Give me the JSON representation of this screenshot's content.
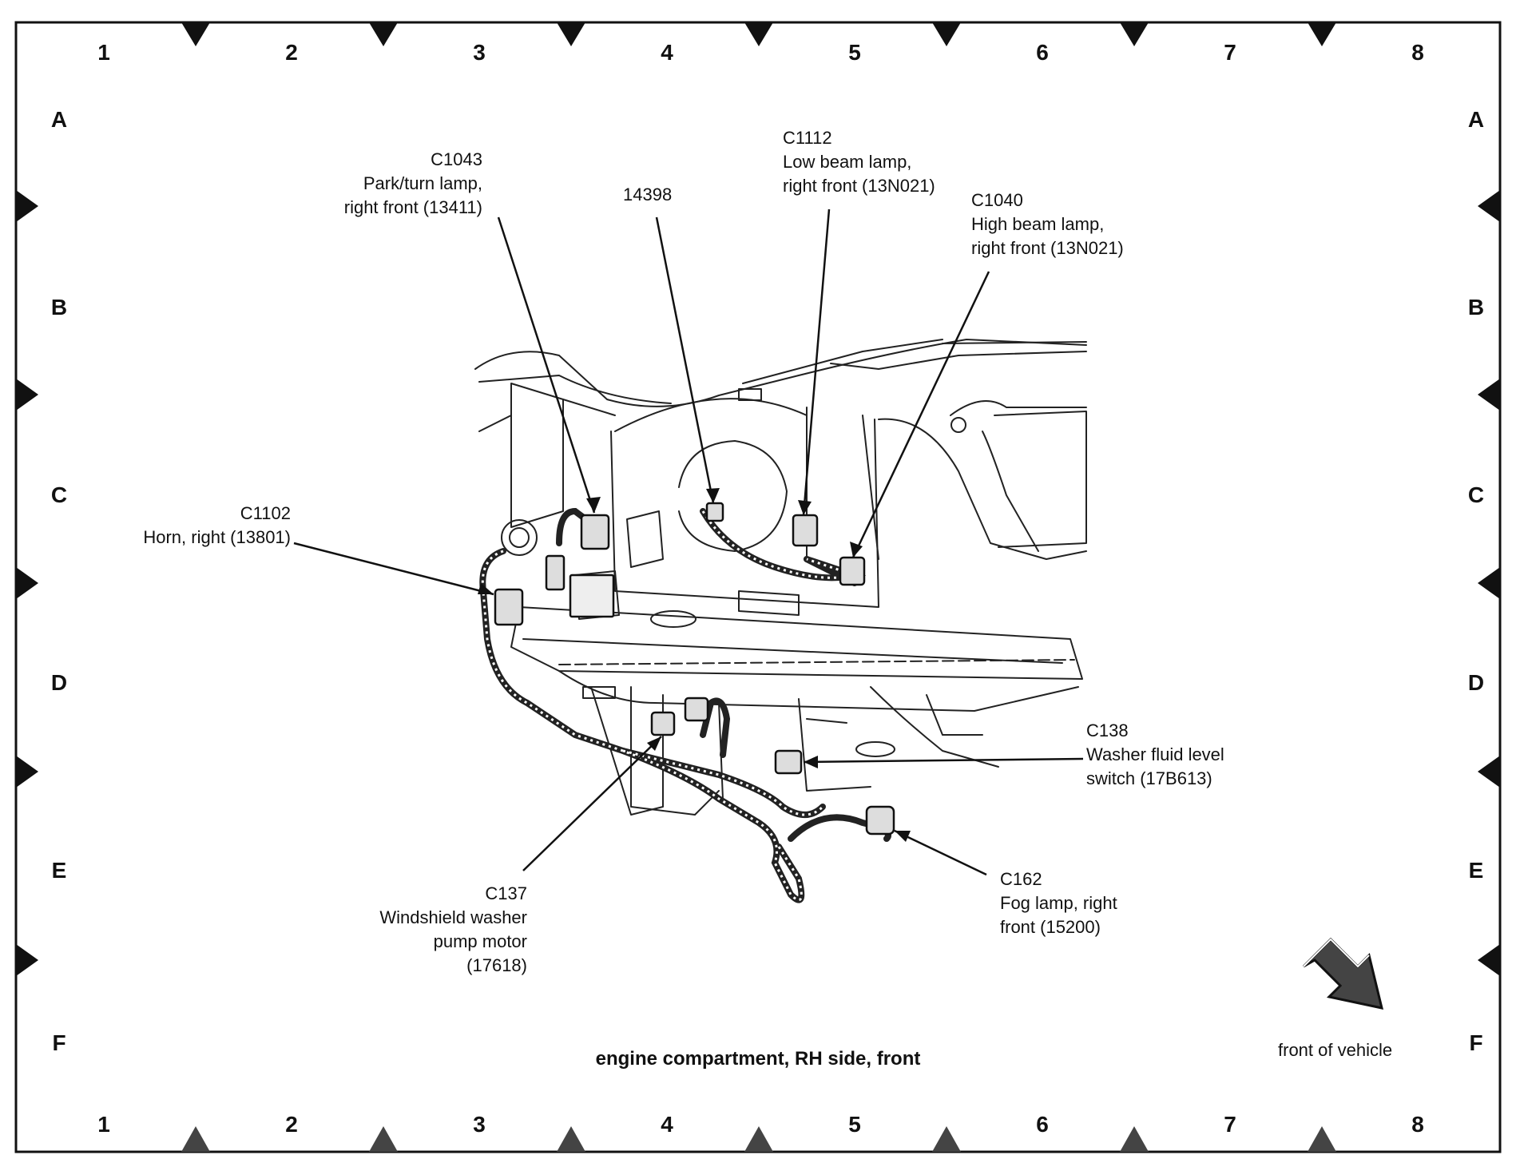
{
  "grid": {
    "columns": [
      "1",
      "2",
      "3",
      "4",
      "5",
      "6",
      "7",
      "8"
    ],
    "rows": [
      "A",
      "B",
      "C",
      "D",
      "E",
      "F"
    ]
  },
  "callouts": {
    "c1043": {
      "code": "C1043",
      "line1": "Park/turn lamp,",
      "line2": "right front (13411)"
    },
    "p14398": {
      "code": "14398"
    },
    "c1112": {
      "code": "C1112",
      "line1": "Low beam lamp,",
      "line2": "right front (13N021)"
    },
    "c1040": {
      "code": "C1040",
      "line1": "High beam lamp,",
      "line2": "right front (13N021)"
    },
    "c1102": {
      "code": "C1102",
      "line1": "Horn, right (13801)"
    },
    "c138": {
      "code": "C138",
      "line1": "Washer fluid level",
      "line2": "switch (17B613)"
    },
    "c137": {
      "code": "C137",
      "line1": "Windshield washer",
      "line2": "pump motor",
      "line3": "(17618)"
    },
    "c162": {
      "code": "C162",
      "line1": "Fog lamp, right",
      "line2": "front (15200)"
    }
  },
  "caption": "engine compartment, RH side, front",
  "orientation": {
    "label": "front of vehicle",
    "icon": "arrow-down-right-icon"
  },
  "colors": {
    "ink": "#111111",
    "paper": "#ffffff"
  }
}
